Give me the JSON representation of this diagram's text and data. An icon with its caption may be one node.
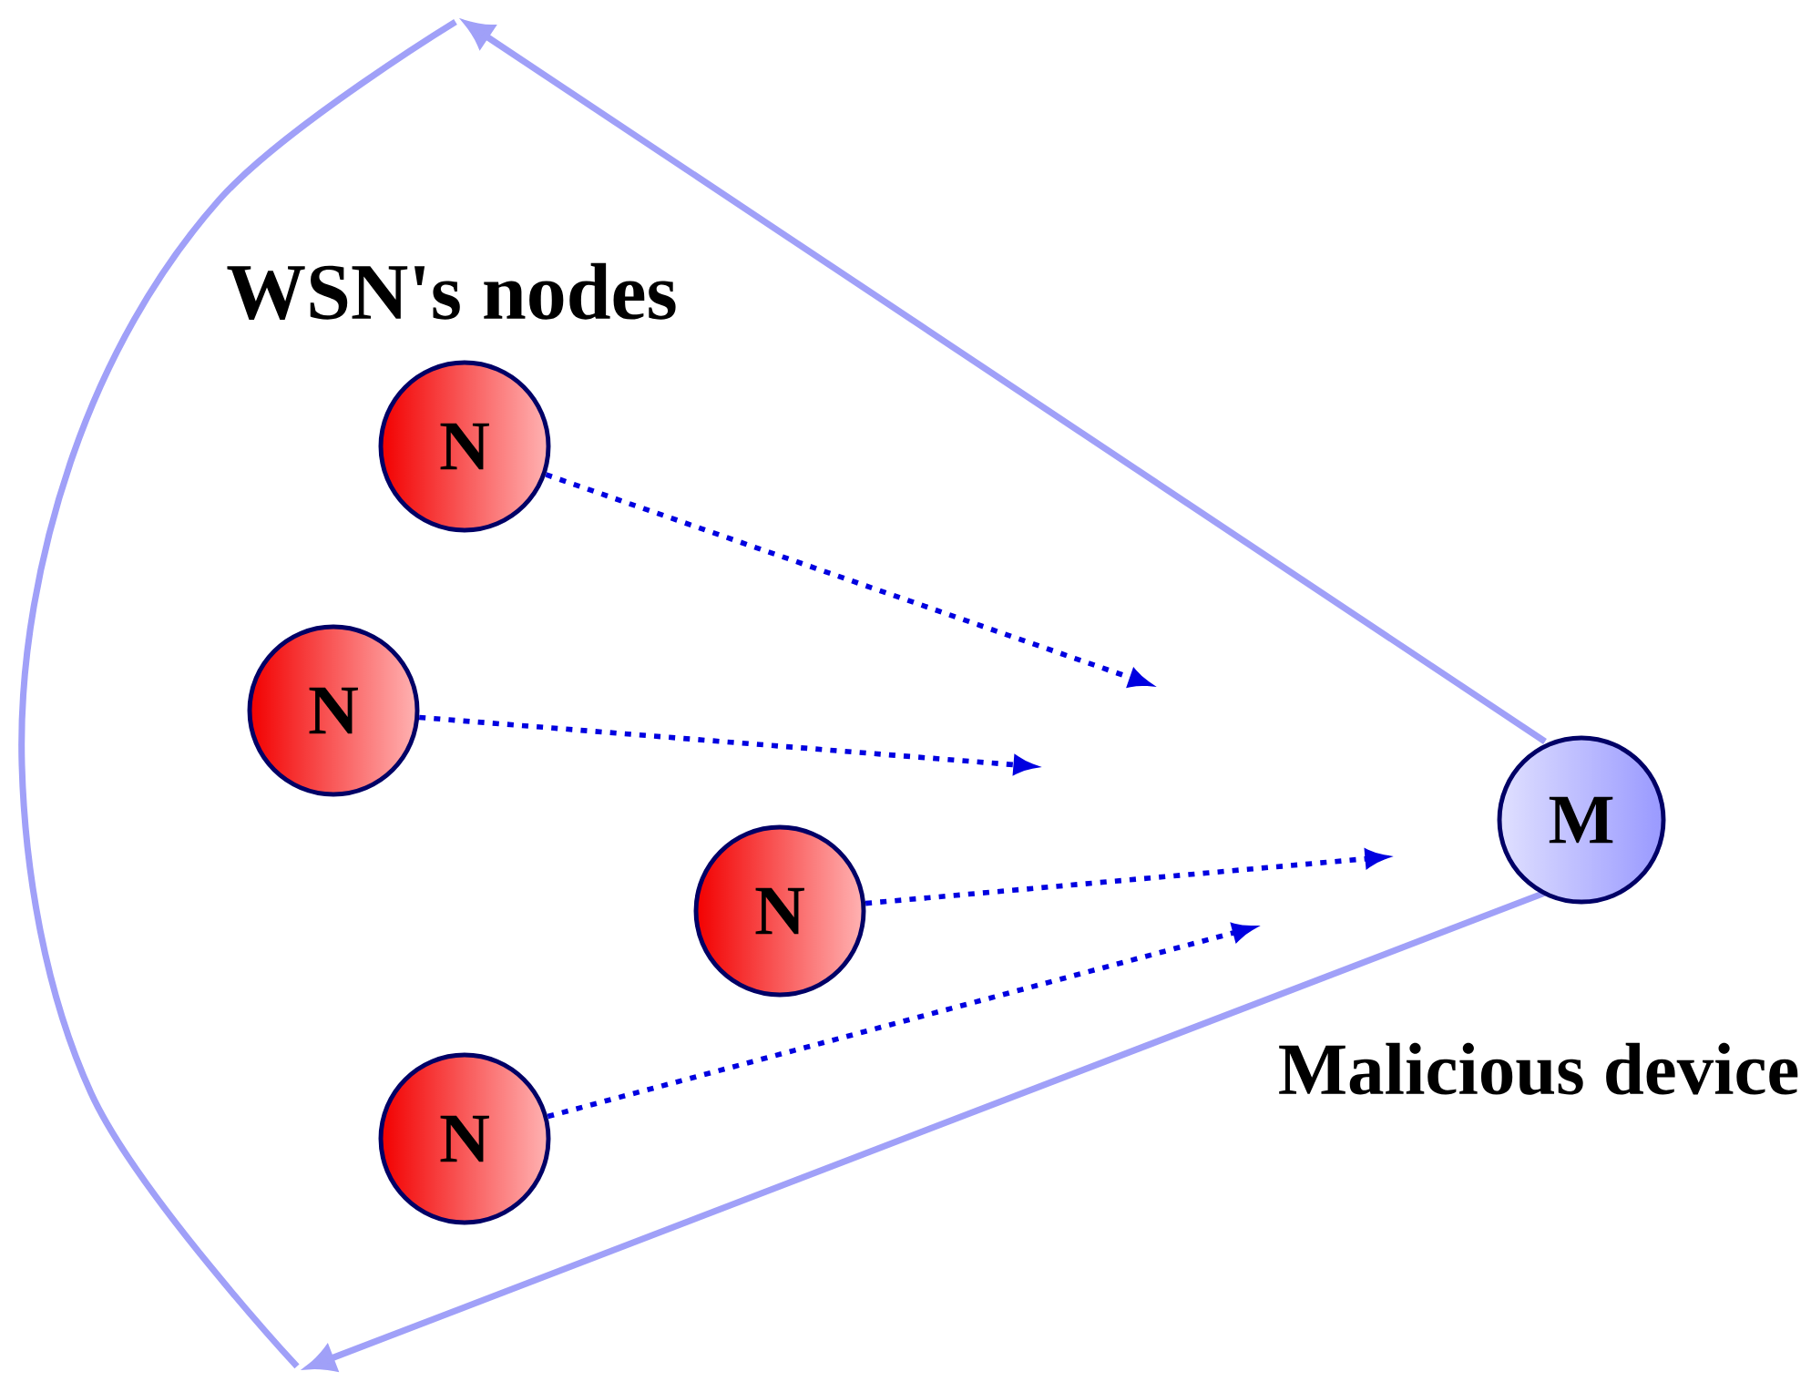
{
  "diagram": {
    "nodes": [
      {
        "text": [
          "N"
        ]
      },
      {
        "text": [
          "N"
        ]
      },
      {
        "text": [
          "M"
        ],
        "beside": [
          "Malicious device"
        ]
      },
      {
        "text": [
          "N"
        ]
      },
      {
        "text": [
          "N"
        ]
      }
    ],
    "edges": [
      {
        "from": 0,
        "to": null,
        "arrow": "to"
      },
      {
        "from": 1,
        "to": null,
        "arrow": "to"
      },
      {
        "from": 3,
        "to": null,
        "arrow": "to"
      },
      {
        "from": 4,
        "to": null,
        "arrow": "to"
      }
    ],
    "labels": [
      "WSN's nodes"
    ]
  }
}
